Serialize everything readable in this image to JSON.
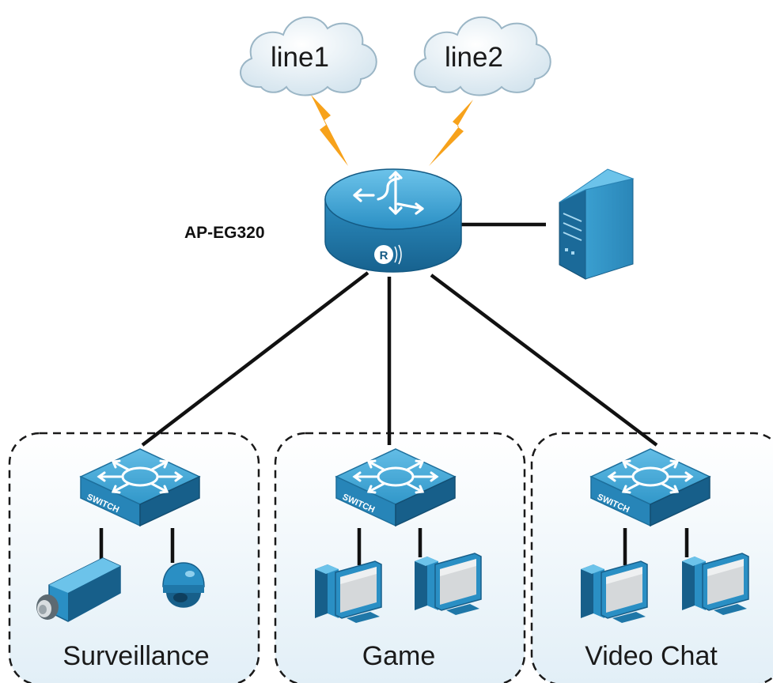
{
  "clouds": [
    {
      "label": "line1"
    },
    {
      "label": "line2"
    }
  ],
  "router": {
    "label": "AP-EG320",
    "badge": "R"
  },
  "switch_badge": "SWITCH",
  "groups": [
    {
      "label": "Surveillance",
      "devices": [
        "camera-icon",
        "dome-camera-icon"
      ]
    },
    {
      "label": "Game",
      "devices": [
        "desktop-computer-icon",
        "desktop-computer-icon"
      ]
    },
    {
      "label": "Video Chat",
      "devices": [
        "desktop-computer-icon",
        "desktop-computer-icon"
      ]
    }
  ],
  "colors": {
    "device_blue": "#2b8cc0",
    "device_dark": "#14577e",
    "cloud_fill": "#e4f0f7",
    "lightning": "#f7a21b",
    "group_bg": "#e9f3f9"
  }
}
